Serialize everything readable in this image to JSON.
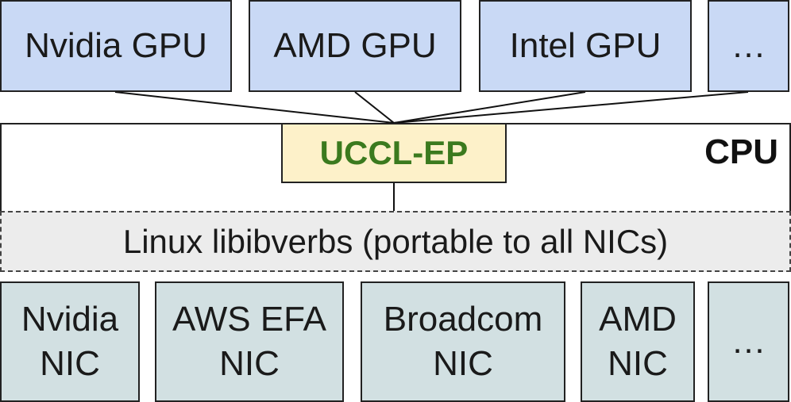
{
  "gpus": [
    {
      "label": "Nvidia GPU"
    },
    {
      "label": "AMD GPU"
    },
    {
      "label": "Intel GPU"
    },
    {
      "label": "…"
    }
  ],
  "cpu": {
    "label": "CPU"
  },
  "uccl": {
    "label": "UCCL-EP"
  },
  "libibverbs": {
    "label": "Linux libibverbs (portable to all NICs)"
  },
  "nics": [
    {
      "line1": "Nvidia",
      "line2": "NIC"
    },
    {
      "line1": "AWS EFA",
      "line2": "NIC"
    },
    {
      "line1": "Broadcom",
      "line2": "NIC"
    },
    {
      "line1": "AMD",
      "line2": "NIC"
    },
    {
      "line1": "…",
      "line2": ""
    }
  ],
  "colors": {
    "gpu_fill": "#c9d9f5",
    "nic_fill": "#d2e0e2",
    "uccl_fill": "#fdf1c9",
    "uccl_text": "#3b7a1e",
    "libibverbs_fill": "#ececec"
  }
}
